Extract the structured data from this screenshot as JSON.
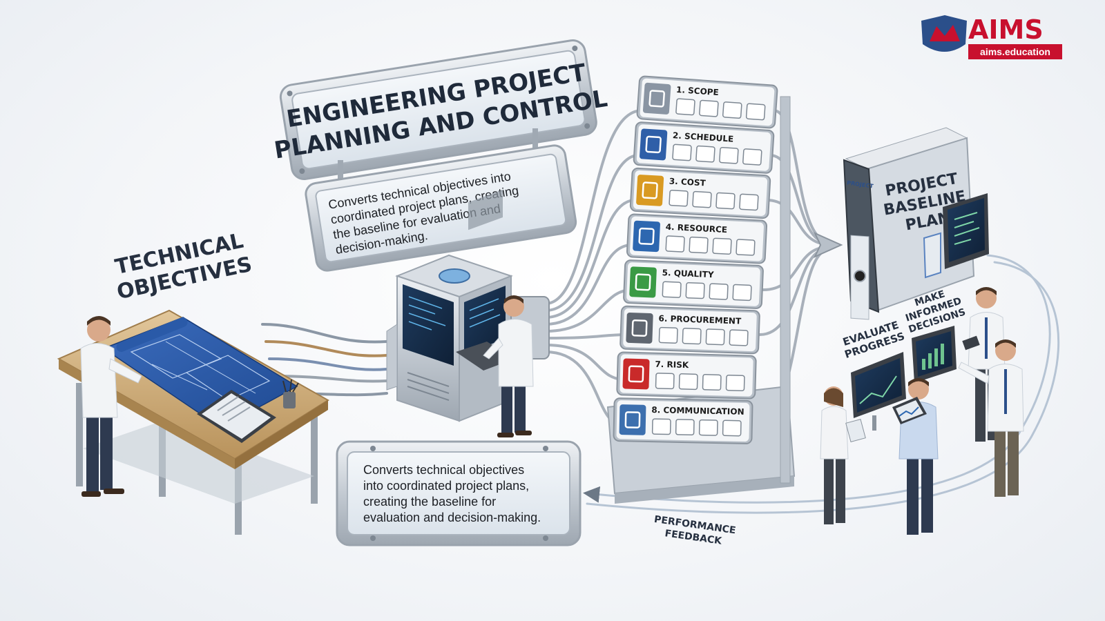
{
  "title": {
    "line1": "ENGINEERING PROJECT",
    "line2": "PLANNING AND CONTROL"
  },
  "subtitle_sign": {
    "lines": [
      "Converts technical objectives into",
      "coordinated project plans, creating",
      "the baseline for evaluation and",
      "decision-making."
    ]
  },
  "lower_sign": {
    "lines": [
      "Converts technical objectives",
      "into coordinated project plans,",
      "creating the baseline for",
      "evaluation and decision-making."
    ]
  },
  "technical_objectives": {
    "line1": "TECHNICAL",
    "line2": "OBJECTIVES"
  },
  "modules": [
    {
      "label": "1. SCOPE",
      "color": "#8a95a3",
      "icon": "hierarchy-icon"
    },
    {
      "label": "2. SCHEDULE",
      "color": "#2f5fa8",
      "icon": "calendar-icon"
    },
    {
      "label": "3. COST",
      "color": "#d99a22",
      "icon": "coins-icon"
    },
    {
      "label": "4. RESOURCE",
      "color": "#2d67b0",
      "icon": "people-icon"
    },
    {
      "label": "5. QUALITY",
      "color": "#3a9a45",
      "icon": "quality-check-icon"
    },
    {
      "label": "6. PROCUREMENT",
      "color": "#5f6670",
      "icon": "document-sign-icon"
    },
    {
      "label": "7. RISK",
      "color": "#c92a2a",
      "icon": "warning-icon"
    },
    {
      "label": "8. COMMUNICATION",
      "color": "#3c6fae",
      "icon": "speech-bubble-icon"
    }
  ],
  "binder": {
    "spine_label": "PROJECT",
    "cover_line1": "PROJECT",
    "cover_line2": "BASELINE",
    "cover_line3": "PLAN"
  },
  "labels": {
    "evaluate_1": "EVALUATE",
    "evaluate_2": "PROGRESS",
    "decisions_1": "MAKE",
    "decisions_2": "INFORMED",
    "decisions_3": "DECISIONS",
    "feedback_1": "PERFORMANCE",
    "feedback_2": "FEEDBACK"
  },
  "logo": {
    "name": "AIMS",
    "url_text": "aims.education",
    "color": "#c8102e"
  },
  "colors": {
    "sign_frame": "#b9c0c9",
    "sign_panel": "#e8eef4",
    "pipe": "#9aa3ad",
    "blueprint": "#2a5aa8",
    "desk_wood": "#d8b98a"
  }
}
